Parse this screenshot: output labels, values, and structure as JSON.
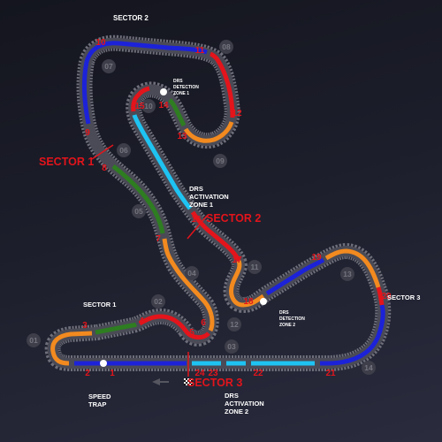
{
  "labels": {
    "sector2_top": "SECTOR 2",
    "sector1_red": "SECTOR 1",
    "sector2_red": "SECTOR 2",
    "sector3_right": "SECTOR 3",
    "sector1_left": "SECTOR 1",
    "sector3_red": "SECTOR 3"
  },
  "drs": {
    "detection_zone_1": [
      "DRS",
      "DETECTION",
      "ZONE 1"
    ],
    "activation_zone_1": [
      "DRS",
      "ACTIVATION",
      "ZONE 1"
    ],
    "detection_zone_2": [
      "DRS",
      "DETECTION",
      "ZONE 2"
    ],
    "activation_zone_2": [
      "DRS",
      "ACTIVATION",
      "ZONE 2"
    ]
  },
  "speed_trap": [
    "SPEED",
    "TRAP"
  ],
  "corners": [
    "1",
    "2",
    "3",
    "4",
    "5",
    "6",
    "7",
    "8",
    "9",
    "10",
    "11",
    "12",
    "13",
    "14",
    "15",
    "16",
    "17",
    "18",
    "19",
    "20",
    "21",
    "22",
    "23",
    "24"
  ],
  "marshal_posts": [
    "01",
    "02",
    "03",
    "04",
    "05",
    "06",
    "07",
    "08",
    "09",
    "10",
    "11",
    "12",
    "13",
    "14"
  ],
  "icons": {
    "direction": "arrow-left-icon",
    "start_finish": "checkered-flag-icon",
    "detection_point": "dot-icon"
  },
  "colors": {
    "track_edge": "#6e6f7a",
    "track_surface": "#4a4b56",
    "blue": "#1c22d8",
    "cyan": "#1ec3f2",
    "red": "#e3141b",
    "orange": "#f28a1f",
    "green": "#2e7d21",
    "corner_number": "#e3141b",
    "sector_label_red": "#e3141b",
    "label_white": "#ffffff",
    "marshal_post": "#3d3e49",
    "marshal_text": "#74757f",
    "detection_point": "#ffffff",
    "arrow": "#55565f"
  }
}
